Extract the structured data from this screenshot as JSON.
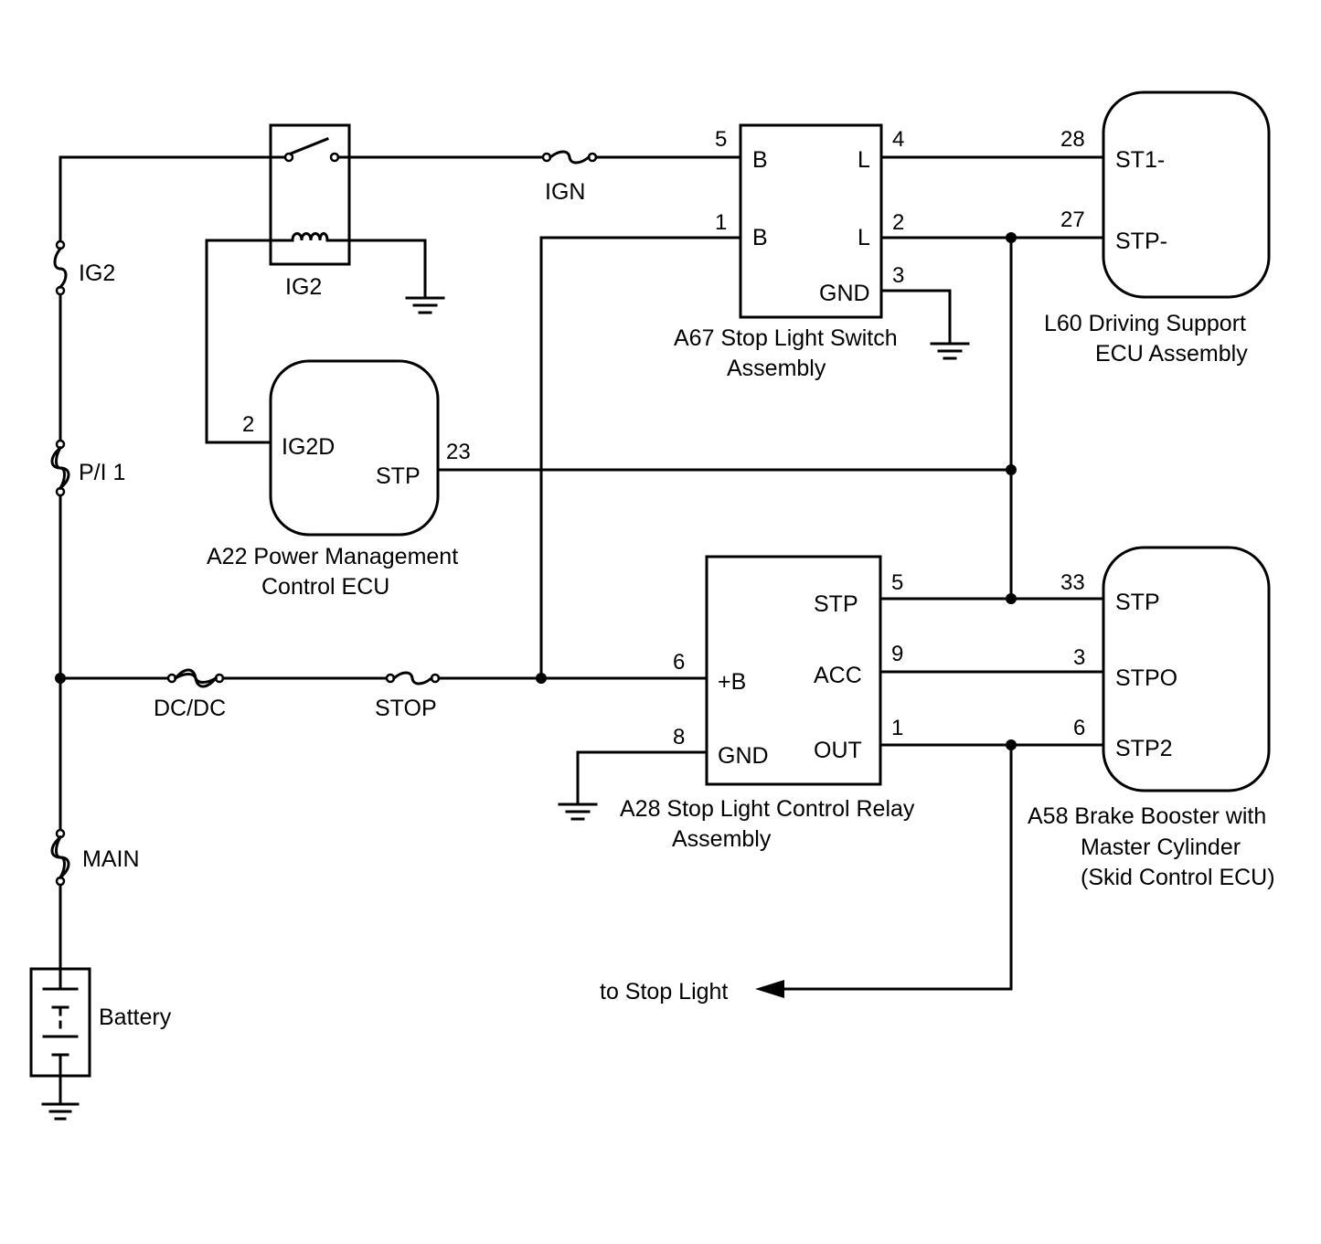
{
  "components": {
    "a67": {
      "name": "A67 Stop Light Switch",
      "name2": "Assembly",
      "pin_b1": "B",
      "pin_l1": "L",
      "pin_b2": "B",
      "pin_l2": "L",
      "pin_gnd": "GND",
      "num_5": "5",
      "num_4": "4",
      "num_1": "1",
      "num_2": "2",
      "num_3": "3"
    },
    "l60": {
      "name": "L60 Driving Support",
      "name2": "ECU Assembly",
      "pin_st1": "ST1-",
      "pin_stp": "STP-",
      "num_28": "28",
      "num_27": "27"
    },
    "a22": {
      "name": "A22 Power Management",
      "name2": "Control ECU",
      "pin_ig2d": "IG2D",
      "pin_stp": "STP",
      "num_2": "2",
      "num_23": "23"
    },
    "a28": {
      "name": "A28 Stop Light Control Relay",
      "name2": "Assembly",
      "pin_stp": "STP",
      "pin_acc": "ACC",
      "pin_out": "OUT",
      "pin_b": "+B",
      "pin_gnd": "GND",
      "num_5": "5",
      "num_9": "9",
      "num_1": "1",
      "num_6": "6",
      "num_8": "8"
    },
    "a58": {
      "name": "A58 Brake Booster with",
      "name2": "Master Cylinder",
      "name3": "(Skid Control ECU)",
      "pin_stp": "STP",
      "pin_stpo": "STPO",
      "pin_stp2": "STP2",
      "num_33": "33",
      "num_3": "3",
      "num_6": "6"
    }
  },
  "fuses": {
    "ign": "IGN",
    "ig2": "IG2",
    "pi1": "P/I 1",
    "dcdc": "DC/DC",
    "stop": "STOP",
    "main": "MAIN"
  },
  "relay": {
    "ig2": "IG2"
  },
  "battery": {
    "label": "Battery"
  },
  "outputs": {
    "to_stop_light": "to Stop Light"
  }
}
